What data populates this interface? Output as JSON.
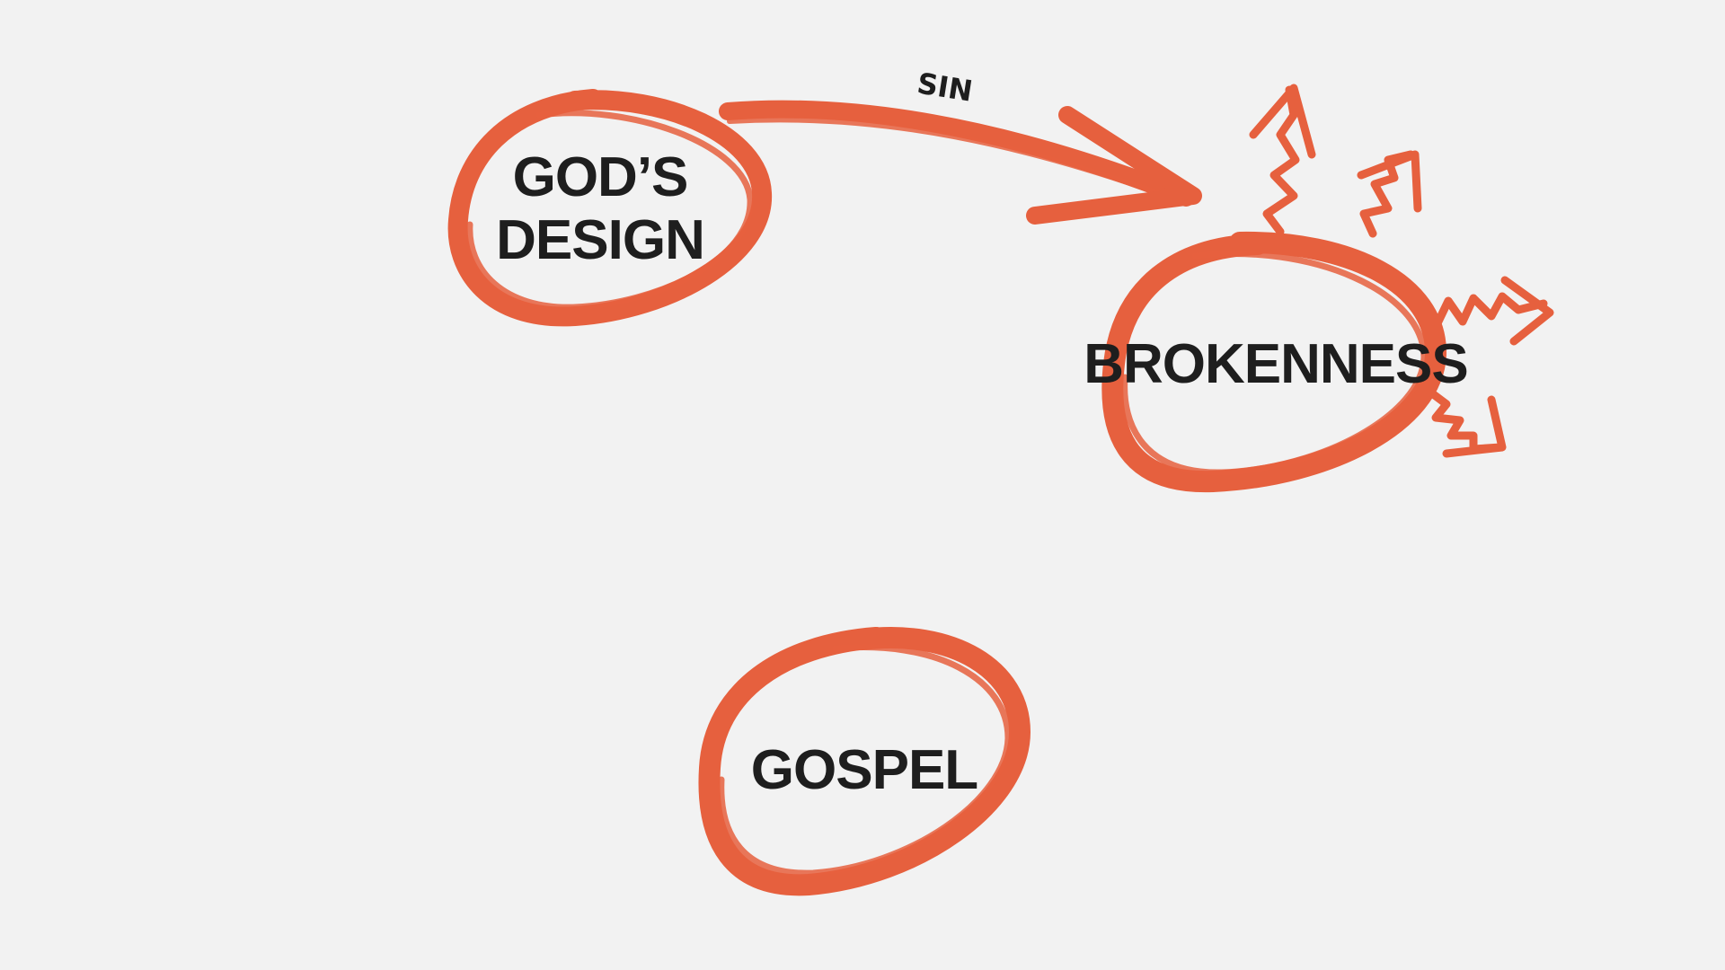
{
  "diagram": {
    "accent_color": "#e6603e",
    "text_color": "#1e1e1e",
    "background_color": "#f2f2f2",
    "nodes": {
      "gods_design": {
        "line1": "GOD’S",
        "line2": "DESIGN"
      },
      "brokenness": {
        "label": "BROKENNESS"
      },
      "gospel": {
        "label": "GOSPEL"
      }
    },
    "edges": {
      "sin": {
        "label": "SIN"
      }
    }
  }
}
